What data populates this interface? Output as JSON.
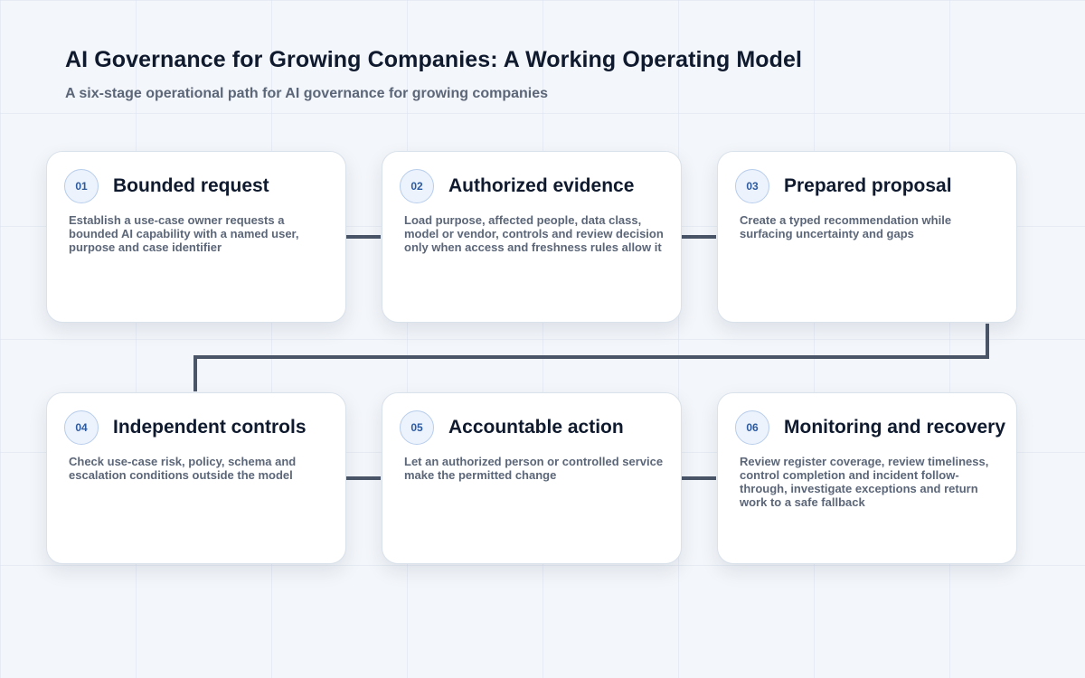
{
  "header": {
    "title": "AI Governance for Growing Companies: A Working Operating Model",
    "subtitle": "A six-stage operational path for AI governance for growing companies"
  },
  "stages": [
    {
      "number": "01",
      "title": "Bounded request",
      "description": "Establish a use-case owner requests a bounded AI capability with a named user, purpose and case identifier"
    },
    {
      "number": "02",
      "title": "Authorized evidence",
      "description": "Load purpose, affected people, data class, model or vendor, controls and review decision only when access and freshness rules allow it"
    },
    {
      "number": "03",
      "title": "Prepared proposal",
      "description": "Create a typed recommendation while surfacing uncertainty and gaps"
    },
    {
      "number": "04",
      "title": "Independent controls",
      "description": "Check use-case risk, policy, schema and escalation conditions outside the model"
    },
    {
      "number": "05",
      "title": "Accountable action",
      "description": "Let an authorized person or controlled service make the permitted change"
    },
    {
      "number": "06",
      "title": "Monitoring and recovery",
      "description": "Review register coverage, review timeliness, control completion and incident follow-through, investigate exceptions and return work to a safe fallback"
    }
  ],
  "colors": {
    "connector": "#4a5568",
    "badge_fill": "#edf3fc",
    "badge_stroke": "#b7cdec",
    "badge_text": "#2c5aa0"
  }
}
